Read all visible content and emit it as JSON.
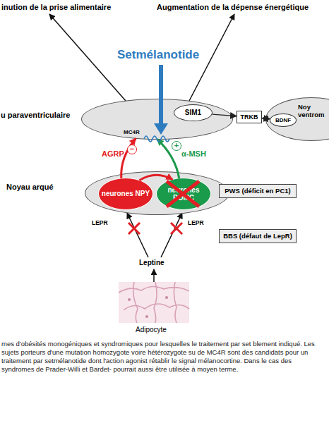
{
  "diagram": {
    "caption": "mes d'obésités monogéniques et syndromiques pour lesquelles le traitement par set blement indiqué. Les sujets porteurs d'une mutation homozygote voire hétérozygote su de MC4R sont des candidats pour un traitement par setmélanotide dont l'action agonist rétablir le signal mélanocortine. Dans le cas des syndromes de Prader-Willi et Bardet- pourrait aussi être utilisée à moyen terme.",
    "nodes": [
      {
        "text": [
          "u paraventriculaire"
        ]
      },
      {
        "text": [
          "SIM1"
        ],
        "in": 0
      },
      {
        "text": [
          "TRKB"
        ]
      },
      {
        "text": [
          "Noy ventrom"
        ]
      },
      {
        "text": [
          "BDNF"
        ],
        "in": 3
      },
      {
        "text": [
          "Noyau arqué"
        ]
      },
      {
        "text": [
          "neurones NPY"
        ],
        "in": 5
      },
      {
        "text": [
          "neurones POMC"
        ],
        "in": 5
      },
      {
        "text": [
          "PWS (déficit en PC1)"
        ]
      },
      {
        "text": [
          "BBS (défaut de LepR)"
        ]
      }
    ],
    "edges": [
      {
        "from": 1,
        "to": 2,
        "arrow": "to"
      },
      {
        "from": 2,
        "to": 4,
        "arrow": "both"
      },
      {
        "from": 6,
        "to": 0,
        "label": "AGRP",
        "arrow": "to"
      },
      {
        "from": 7,
        "to": 0,
        "label": "α-MSH",
        "arrow": "to"
      },
      {
        "from": 6,
        "to": 7,
        "arrow": "to"
      }
    ],
    "labels": [
      "inution de la prise alimentaire",
      "Augmentation de la dépense énergétique",
      "Setmélanotide",
      "MC4R",
      "−",
      "+",
      "LEPR",
      "LEPR",
      "Leptine",
      "Adipocyte"
    ]
  }
}
